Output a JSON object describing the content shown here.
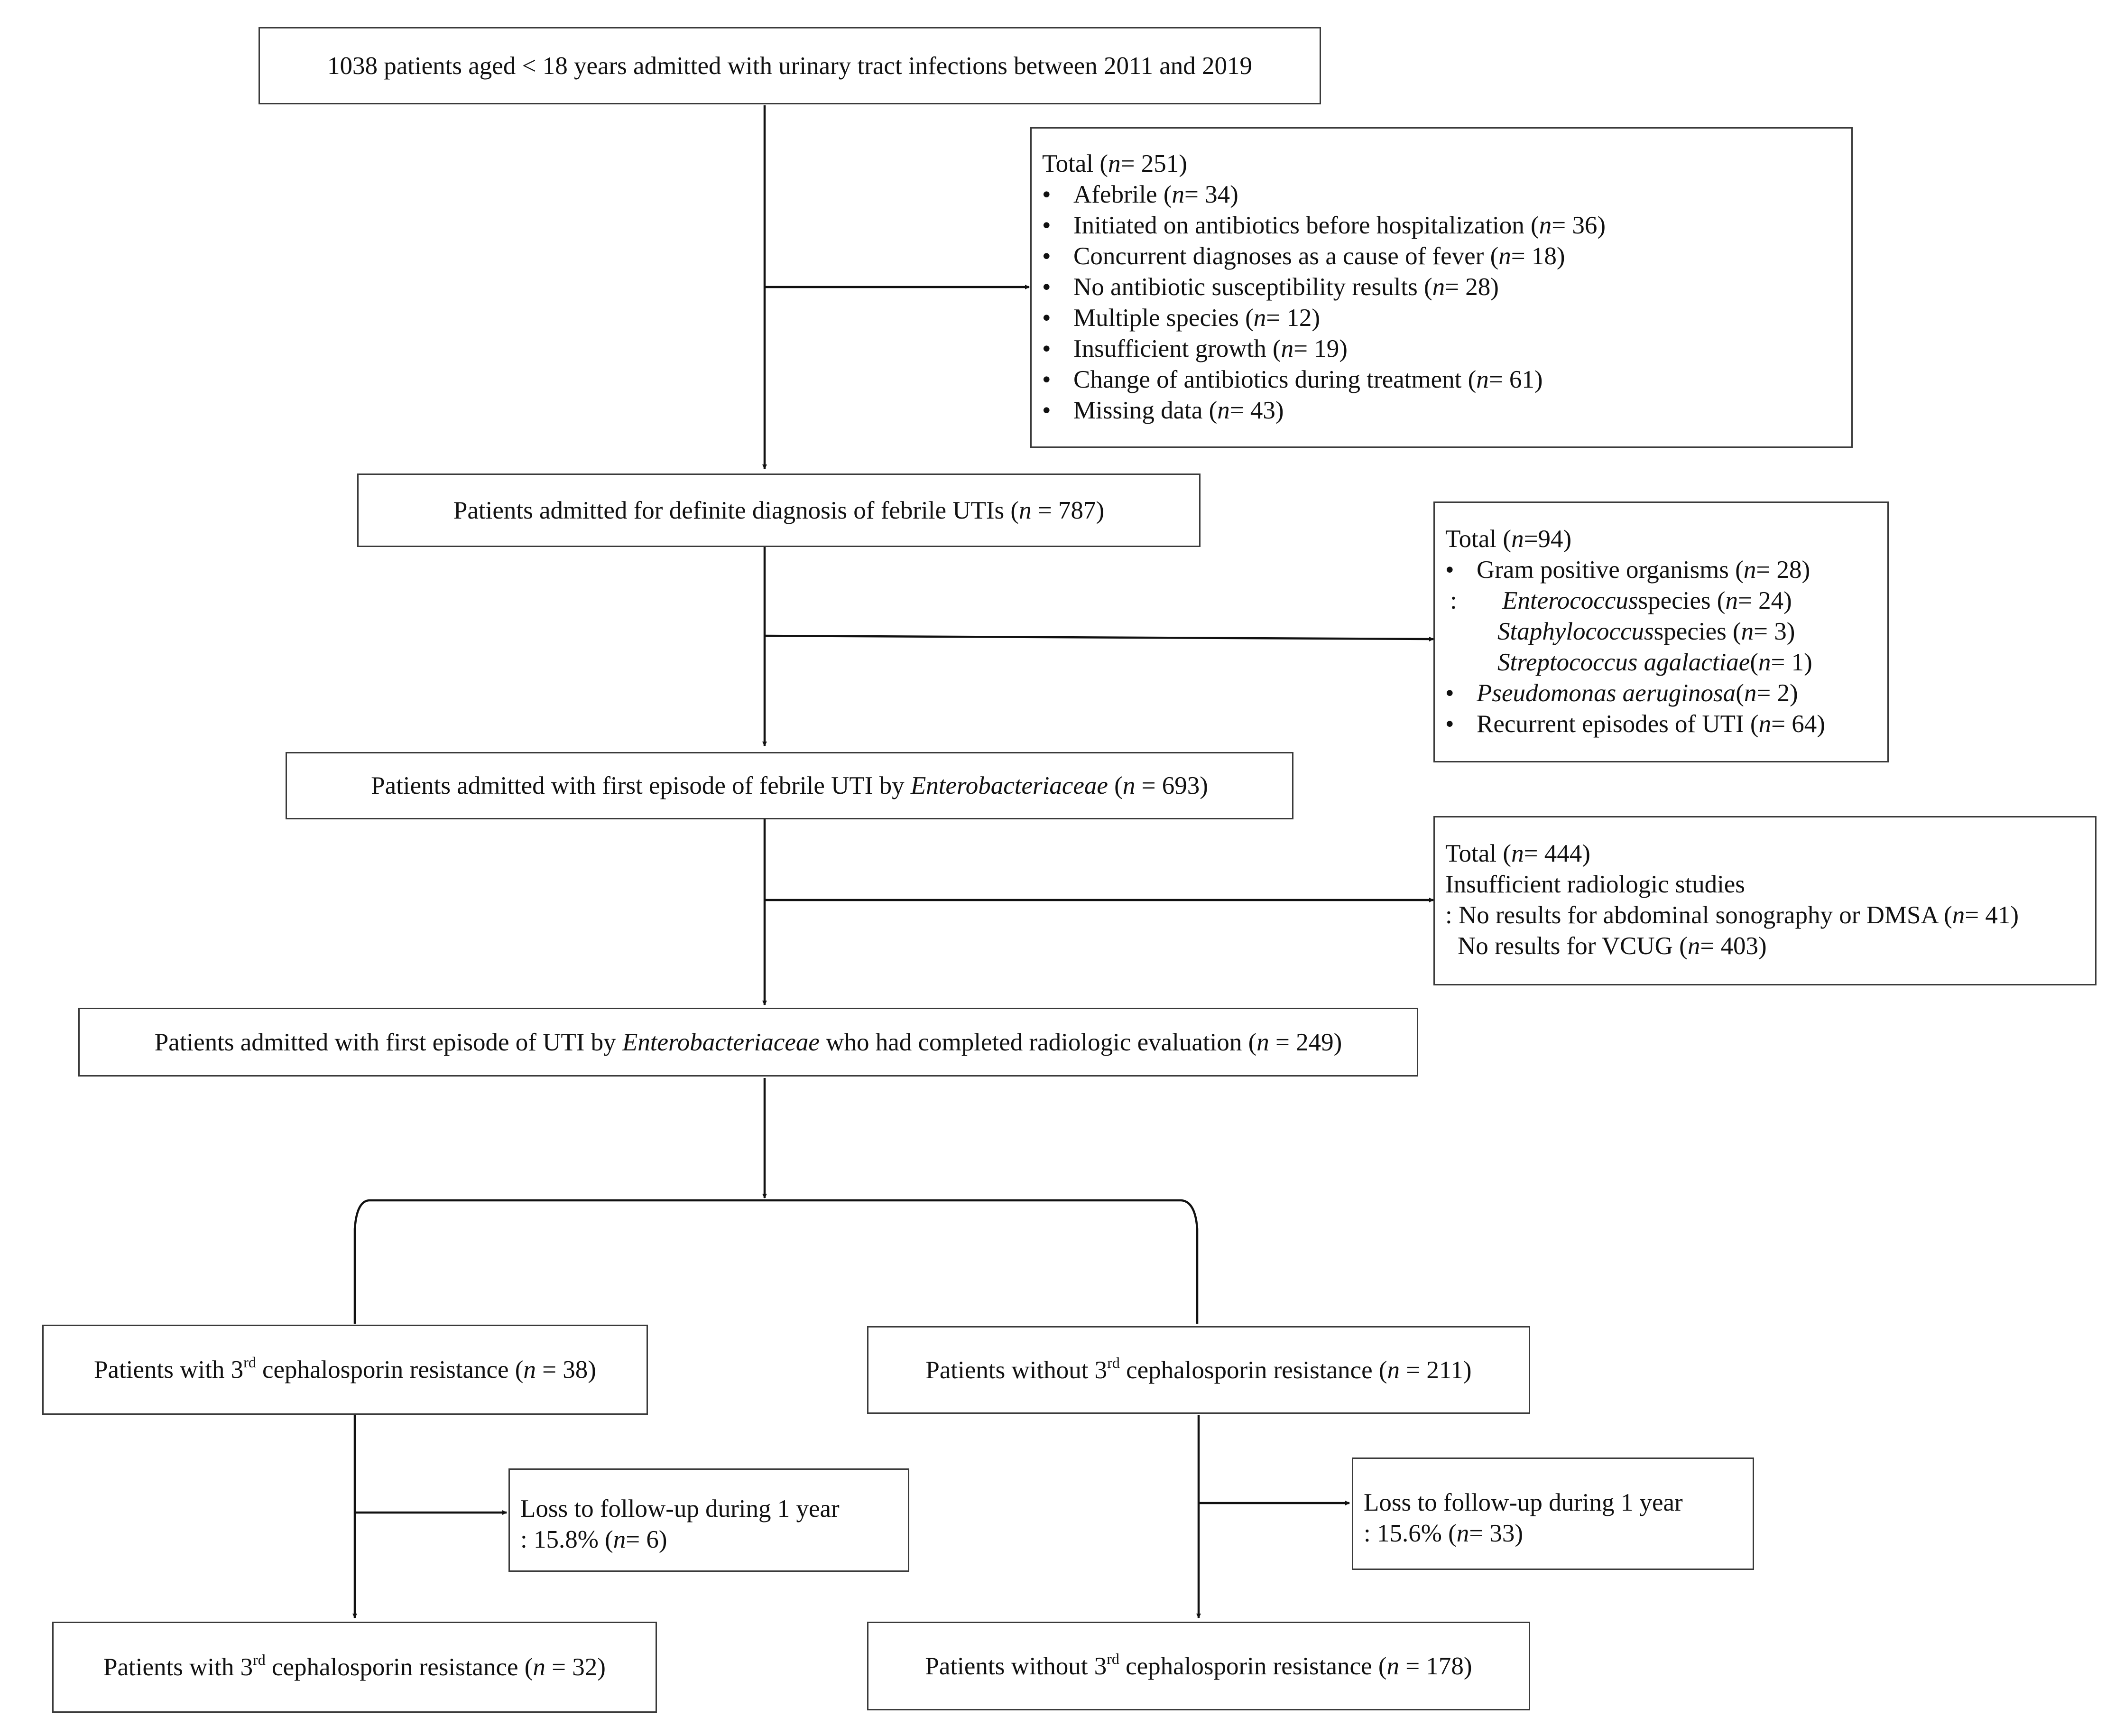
{
  "top": {
    "text": "1038 patients aged < 18 years admitted with urinary tract infections between 2011 and 2019"
  },
  "excl1": {
    "total_label": "Total (",
    "total_n": "n",
    "total_val": " = 251)",
    "items": [
      {
        "text": "Afebrile  (",
        "n": "n",
        "val": " = 34)"
      },
      {
        "text": "Initiated on antibiotics before hospitalization (",
        "n": "n",
        "val": " = 36)"
      },
      {
        "text": "Concurrent diagnoses as a cause of fever (",
        "n": "n",
        "val": " = 18)"
      },
      {
        "text": "No antibiotic susceptibility results (",
        "n": "n",
        "val": " = 28)"
      },
      {
        "text": "Multiple species (",
        "n": "n",
        "val": " = 12)"
      },
      {
        "text": "Insufficient growth (",
        "n": "n",
        "val": " = 19)"
      },
      {
        "text": "Change of antibiotics during treatment (",
        "n": "n",
        "val": " = 61)"
      },
      {
        "text": "Missing data (",
        "n": "n",
        "val": " = 43)"
      }
    ]
  },
  "febrile": {
    "text": "Patients admitted  for definite diagnosis of febrile UTIs  (",
    "n": "n",
    "val": " = 787)"
  },
  "excl2": {
    "total_label": "Total (",
    "total_n": "n",
    "total_val": "=94)",
    "bullet": "•",
    "colon": ":",
    "gram": "Gram positive organisms (",
    "gram_n": "n",
    "gram_val": " = 28)",
    "entero_name": "Enterococcus",
    "entero_rest": " species (",
    "entero_n": "n",
    "entero_val": " = 24)",
    "staph_name": "Staphylococcus",
    "staph_rest": " species (",
    "staph_n": "n",
    "staph_val": " = 3)",
    "strep_name": "Streptococcus agalactiae",
    "strep_rest": " (",
    "strep_n": "n",
    "strep_val": " = 1)",
    "pseudo_name": "Pseudomonas aeruginosa",
    "pseudo_rest": " (",
    "pseudo_n": "n",
    "pseudo_val": " = 2)",
    "recur": "Recurrent episodes of UTI (",
    "recur_n": "n",
    "recur_val": " = 64)"
  },
  "first": {
    "pre": "Patients admitted with first episode of febrile UTI by ",
    "ital": "Enterobacteriaceae",
    "mid": " (",
    "n": "n",
    "val": " = 693)"
  },
  "excl3": {
    "total_label": "Total (",
    "total_n": "n",
    "total_val": " = 444)",
    "line2": "Insufficient radiologic studies",
    "line3": ": No results for abdominal sonography or DMSA (",
    "line3_n": "n",
    "line3_val": " = 41)",
    "line4": "No results for VCUG (",
    "line4_n": "n",
    "line4_val": " = 403)"
  },
  "completed": {
    "pre": "Patients admitted with first episode of UTI by ",
    "ital": "Enterobacteriaceae",
    "post": " who had completed radiologic evaluation (",
    "n": "n",
    "val": " = 249)"
  },
  "res_with": {
    "pre": "Patients with 3",
    "sup": "rd",
    "post": " cephalosporin resistance (",
    "n": "n",
    "val": " = 38)"
  },
  "res_without": {
    "pre": "Patients without 3",
    "sup": "rd",
    "post": " cephalosporin resistance (",
    "n": "n",
    "val": " = 211)"
  },
  "loss_left": {
    "line1": "Loss to follow-up during 1 year",
    "line2": ": 15.8% (",
    "n": "n",
    "val": " = 6)"
  },
  "loss_right": {
    "line1": "Loss to follow-up during 1 year",
    "line2": ": 15.6% (",
    "n": "n",
    "val": " = 33)"
  },
  "final_with": {
    "pre": "Patients with 3",
    "sup": "rd",
    "post": " cephalosporin resistance (",
    "n": "n",
    "val": " = 32)"
  },
  "final_without": {
    "pre": "Patients without 3",
    "sup": "rd",
    "post": " cephalosporin resistance (",
    "n": "n",
    "val": " = 178)"
  },
  "bullet": "•"
}
